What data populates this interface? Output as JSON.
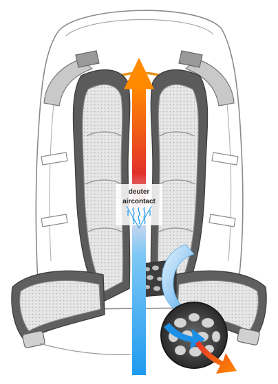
{
  "illustration": {
    "subject": "backpack-back-system",
    "logo": {
      "brand": "deuter",
      "system": "aircontact"
    },
    "colors": {
      "outline": "#8a8a8a",
      "body_fill": "#ffffff",
      "pad_dark": "#5b5b5b",
      "pad_mid": "#8c8c8c",
      "mesh_light": "#e3e3e3",
      "frame_orange": "#e8931e",
      "arrow_warm_top": "#ff7a00",
      "arrow_warm_mid": "#e2302a",
      "arrow_cool": "#1e9bf0",
      "foam_dark": "#3a3a3a",
      "foam_light": "#bfbfbf"
    }
  }
}
